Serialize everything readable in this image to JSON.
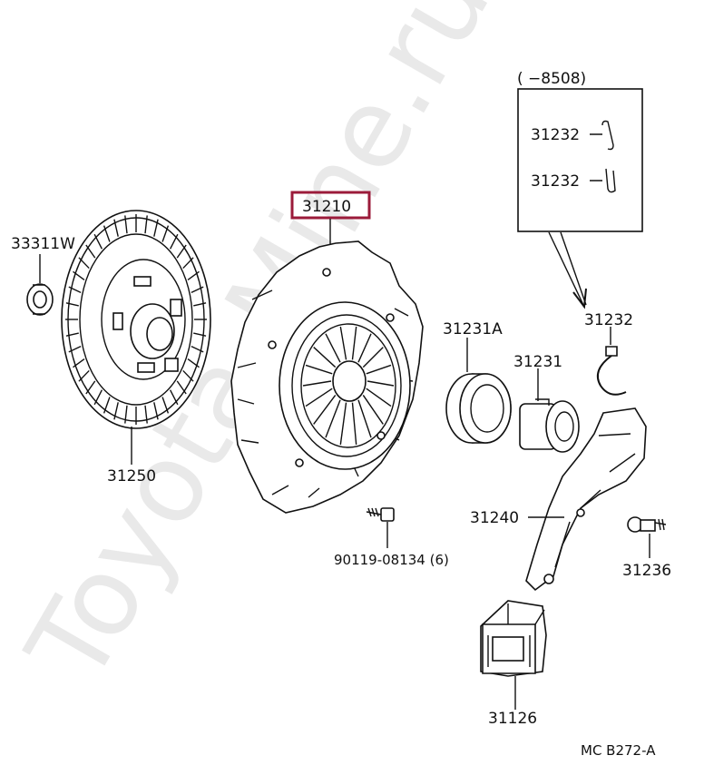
{
  "watermark": "Toyota-Mine.ru",
  "diagram_code": "MC B272-A",
  "inset_range": "(          −8508)",
  "labels": {
    "p33311w": "33311W",
    "p31250": "31250",
    "p31210": "31210",
    "p90119": "90119-08134 (6)",
    "p31231a": "31231A",
    "p31231": "31231",
    "p31232": "31232",
    "p31232_inset_1": "31232",
    "p31232_inset_2": "31232",
    "p31240": "31240",
    "p31236": "31236",
    "p31126": "31126"
  },
  "highlight_color": "#9b1b3a"
}
